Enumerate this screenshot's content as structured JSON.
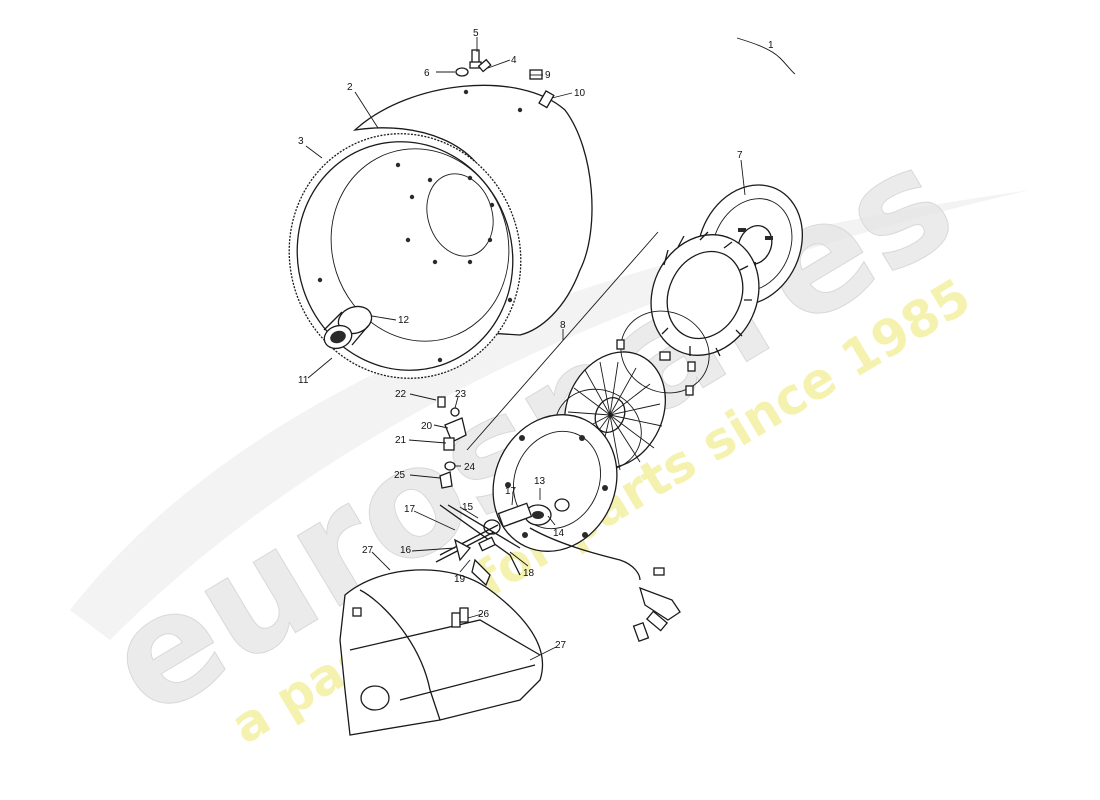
{
  "watermark": {
    "brand": "eurospares",
    "tagline": "a passion for parts since 1985",
    "brand_color": "#e4e4e4",
    "tagline_color": "#f1ef9a"
  },
  "callouts": [
    {
      "id": "c1",
      "text": "1"
    },
    {
      "id": "c2",
      "text": "2"
    },
    {
      "id": "c3",
      "text": "3"
    },
    {
      "id": "c4",
      "text": "4"
    },
    {
      "id": "c5",
      "text": "5"
    },
    {
      "id": "c6",
      "text": "6"
    },
    {
      "id": "c7",
      "text": "7"
    },
    {
      "id": "c8",
      "text": "8"
    },
    {
      "id": "c9",
      "text": "9"
    },
    {
      "id": "c10",
      "text": "10"
    },
    {
      "id": "c11",
      "text": "11"
    },
    {
      "id": "c12",
      "text": "12"
    },
    {
      "id": "c13",
      "text": "13"
    },
    {
      "id": "c14",
      "text": "14"
    },
    {
      "id": "c15",
      "text": "15"
    },
    {
      "id": "c16",
      "text": "16"
    },
    {
      "id": "c17a",
      "text": "17"
    },
    {
      "id": "c17b",
      "text": "17"
    },
    {
      "id": "c18",
      "text": "18"
    },
    {
      "id": "c19",
      "text": "19"
    },
    {
      "id": "c20",
      "text": "20"
    },
    {
      "id": "c21",
      "text": "21"
    },
    {
      "id": "c22",
      "text": "22"
    },
    {
      "id": "c23",
      "text": "23"
    },
    {
      "id": "c24",
      "text": "24"
    },
    {
      "id": "c25",
      "text": "25"
    },
    {
      "id": "c26",
      "text": "26"
    },
    {
      "id": "c27a",
      "text": "27"
    },
    {
      "id": "c27b",
      "text": "27"
    }
  ]
}
